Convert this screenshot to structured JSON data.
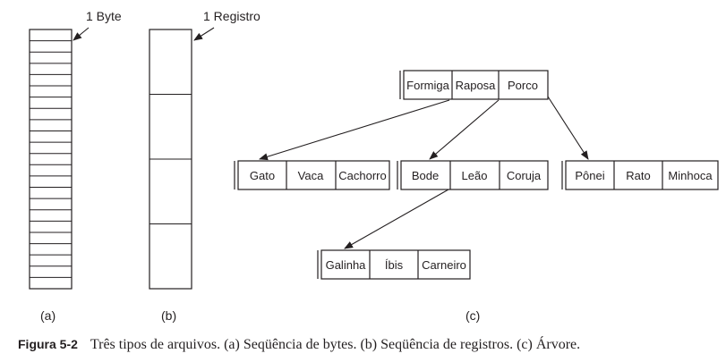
{
  "panel_a": {
    "annotation": "1 Byte",
    "label": "(a)",
    "byte_rows": 23
  },
  "panel_b": {
    "annotation": "1 Registro",
    "label": "(b)",
    "record_count": 4
  },
  "panel_c": {
    "label": "(c)",
    "root": [
      "Formiga",
      "Raposa",
      "Porco"
    ],
    "children": [
      [
        "Gato",
        "Vaca",
        "Cachorro"
      ],
      [
        "Bode",
        "Leão",
        "Coruja"
      ],
      [
        "Pônei",
        "Rato",
        "Minhoca"
      ]
    ],
    "grandchild": [
      "Galinha",
      "Íbis",
      "Carneiro"
    ]
  },
  "caption": {
    "label": "Figura 5-2",
    "text": "Três tipos de arquivos. (a) Seqüência de bytes. (b) Seqüência de registros. (c) Árvore."
  },
  "colors": {
    "ink": "#231f20",
    "background": "#ffffff"
  }
}
